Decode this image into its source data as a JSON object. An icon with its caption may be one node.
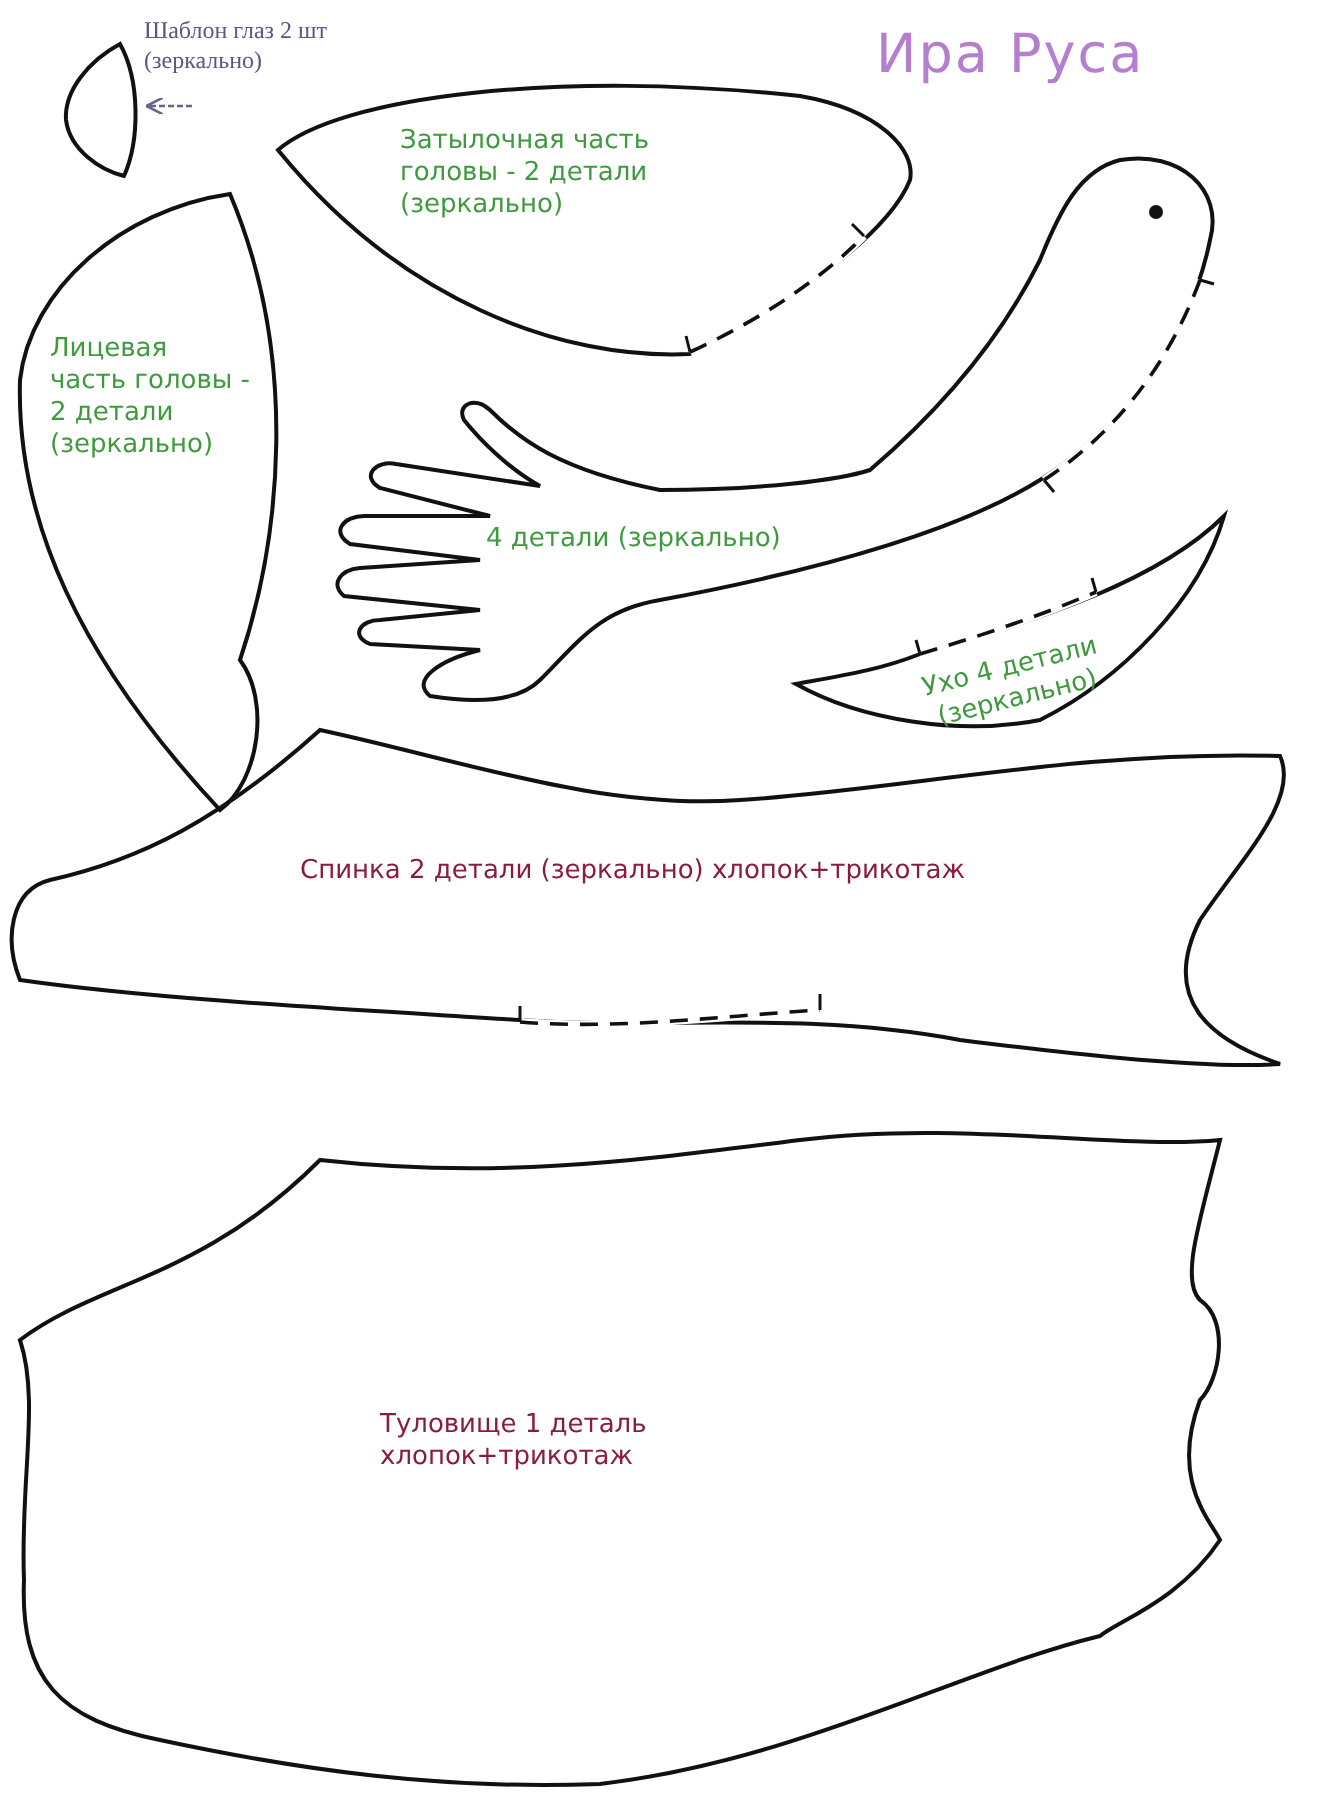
{
  "diagram": {
    "nodes": [
      {
        "text": [
          "Шаблон глаз 2 шт (зеркально)"
        ]
      },
      {
        "text": [],
        "shape": "picture"
      },
      {
        "text": [
          "Затылочная часть головы - 2 детали (зеркально)"
        ]
      },
      {
        "text": [
          "Лицевая часть головы - 2 детали (зеркально)"
        ]
      },
      {
        "text": [
          "4 детали (зеркально)"
        ]
      },
      {
        "text": [
          "Ухо 4 детали (зеркально)"
        ]
      },
      {
        "text": [
          "Спинка 2 детали (зеркально) хлопок+трикотаж"
        ]
      },
      {
        "text": [
          "Туловище 1 деталь хлопок+трикотаж"
        ]
      }
    ],
    "edges": [
      {
        "from": 0,
        "to": 1,
        "arrow": "to"
      }
    ],
    "labels": [
      "Ира Руса"
    ]
  }
}
